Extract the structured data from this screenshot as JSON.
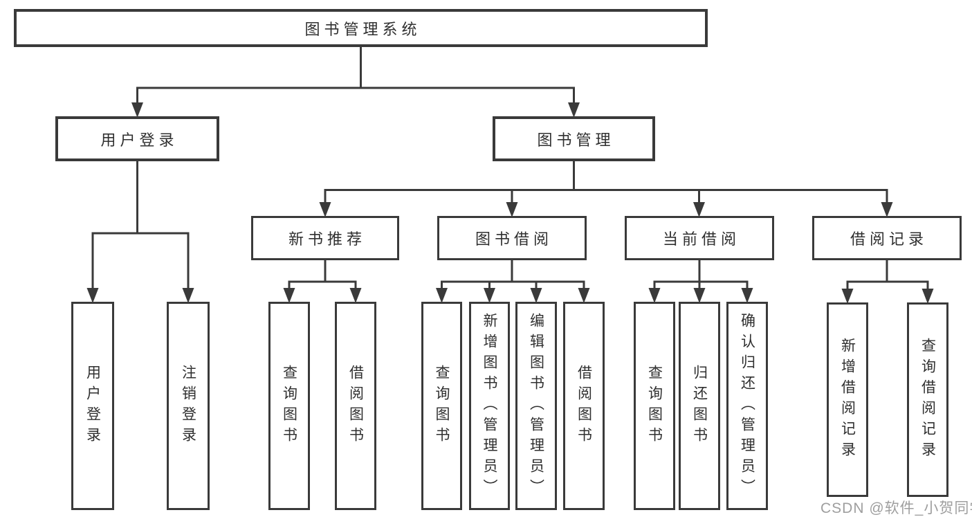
{
  "diagram": {
    "root": "图书管理系统",
    "level2": {
      "user_login": "用户登录",
      "book_mgmt": "图书管理"
    },
    "level3": {
      "new_book": "新书推荐",
      "book_borrow": "图书借阅",
      "current_borrow": "当前借阅",
      "borrow_record": "借阅记录"
    },
    "leaves": {
      "user_login": "用户登录",
      "logout": "注销登录",
      "nb_query": "查询图书",
      "nb_borrow": "借阅图书",
      "bb_query": "查询图书",
      "bb_add": "新增图书（管理员）",
      "bb_edit": "编辑图书（管理员）",
      "bb_borrow": "借阅图书",
      "cb_query": "查询图书",
      "cb_return": "归还图书",
      "cb_confirm": "确认归还（管理员）",
      "br_add": "新增借阅记录",
      "br_query": "查询借阅记录"
    }
  },
  "watermark": {
    "text": "CSDN @软件_小贺同学"
  },
  "colors": {
    "line": "#3a3a3a",
    "text": "#2f2f2f",
    "watermark": "#9e9e9e",
    "background": "#ffffff"
  }
}
